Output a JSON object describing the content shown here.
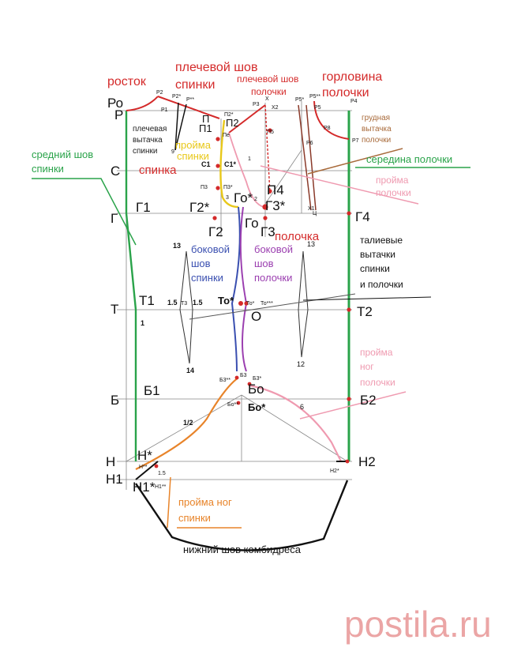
{
  "colors": {
    "red": "#d42a2a",
    "green": "#2aa34a",
    "pink": "#ef9ab0",
    "orange": "#e8842a",
    "blue": "#3a4fb0",
    "purple": "#9b3fb0",
    "brown": "#a86a3a",
    "yellow": "#e8c81a",
    "line": "#666666",
    "watermark": "#d43a3a"
  },
  "annotations": {
    "rostok": "росток",
    "plech_shov_spinki_1": "плечевой шов",
    "plech_shov_spinki_2": "спинки",
    "plech_shov_polochki_1": "плечевой шов",
    "plech_shov_polochki_2": "полочки",
    "gorlovina_1": "горловина",
    "gorlovina_2": "полочки",
    "plech_vytachka_1": "плечевая",
    "plech_vytachka_2": "вытачка",
    "plech_vytachka_3": "спинки",
    "proima_spinki_1": "пройма",
    "proima_spinki_2": "спинки",
    "spinka": "спинка",
    "grudnaya_1": "грудная",
    "grudnaya_2": "вытачка",
    "grudnaya_3": "полочки",
    "sredniy_shov_1": "средний шов",
    "sredniy_shov_2": "спинки",
    "seredina_polochki": "середина полочки",
    "proima_polochki_1": "пройма",
    "proima_polochki_2": "полочки",
    "polochka": "полочка",
    "talievye_1": "талиевые",
    "talievye_2": "вытачки",
    "talievye_3": "спинки",
    "talievye_4": "и полочки",
    "bokovoy_spinki_1": "боковой",
    "bokovoy_spinki_2": "шов",
    "bokovoy_spinki_3": "спинки",
    "bokovoy_polochki_1": "боковой",
    "bokovoy_polochki_2": "шов",
    "bokovoy_polochki_3": "полочки",
    "proima_nog_polochki_1": "пройма",
    "proima_nog_polochki_2": "ног",
    "proima_nog_polochki_3": "полочки",
    "proima_nog_spinki_1": "пройма ног",
    "proima_nog_spinki_2": "спинки",
    "nizhniy_shov": "нижний шов комбидреса"
  },
  "labels": {
    "Ro": "Ро",
    "R": "Р",
    "S": "С",
    "G": "Г",
    "T": "Т",
    "B": "Б",
    "N": "Н",
    "N1": "Н1",
    "G1": "Г1",
    "G2": "Г2",
    "G2s": "Г2*",
    "Go": "Го",
    "Gos": "Го*",
    "G3": "Г3",
    "G3s": "Г3*",
    "G4": "Г4",
    "T1": "Т1",
    "T2": "Т2",
    "B1": "Б1",
    "B2": "Б2",
    "Bo": "Бо",
    "Bos": "Бо*",
    "Ns": "Н*",
    "N1s": "Н1*",
    "N2": "Н2",
    "P": "П",
    "P1": "П1",
    "P2": "П2",
    "P4": "П4",
    "Tos": "То*",
    "O": "О",
    "n_13a": "13",
    "n_13b": "13",
    "n_14": "14",
    "n_12": "12",
    "n_1": "1",
    "n_15a": "1.5",
    "n_15b": "1.5",
    "n_15c": "1.5",
    "n_half": "1/2",
    "n_6": "6"
  },
  "small_labels": {
    "r1": "Р1",
    "r2": "Р2",
    "r2s": "Р2*",
    "r2ss": "Р**",
    "r3": "Р3",
    "r4": "Р4",
    "r5": "Р5",
    "r5s": "Р5*",
    "r5ss": "Р5**",
    "r6": "Р6",
    "r7": "Р7",
    "r8": "Р8",
    "x": "X",
    "x1": "X1",
    "x2": "X2",
    "p2s": "П2*",
    "p3": "П3",
    "p3s": "П3*",
    "p5": "П5",
    "c1": "С1",
    "c1s": "С1*",
    "c": "Ц",
    "n9": "9",
    "n3": "3",
    "n2": "2",
    "n1": "1",
    "t3": "Т3",
    "tos2": "То*",
    "tosss": "То***",
    "b3ss": "Б3**",
    "b3": "Б3",
    "b3s": "Б3*",
    "bo": "Бо**",
    "ns": "Н**",
    "n1ss": "Н1**",
    "n2s": "Н2*",
    "le": "Пе"
  },
  "watermark": "postila.ru"
}
